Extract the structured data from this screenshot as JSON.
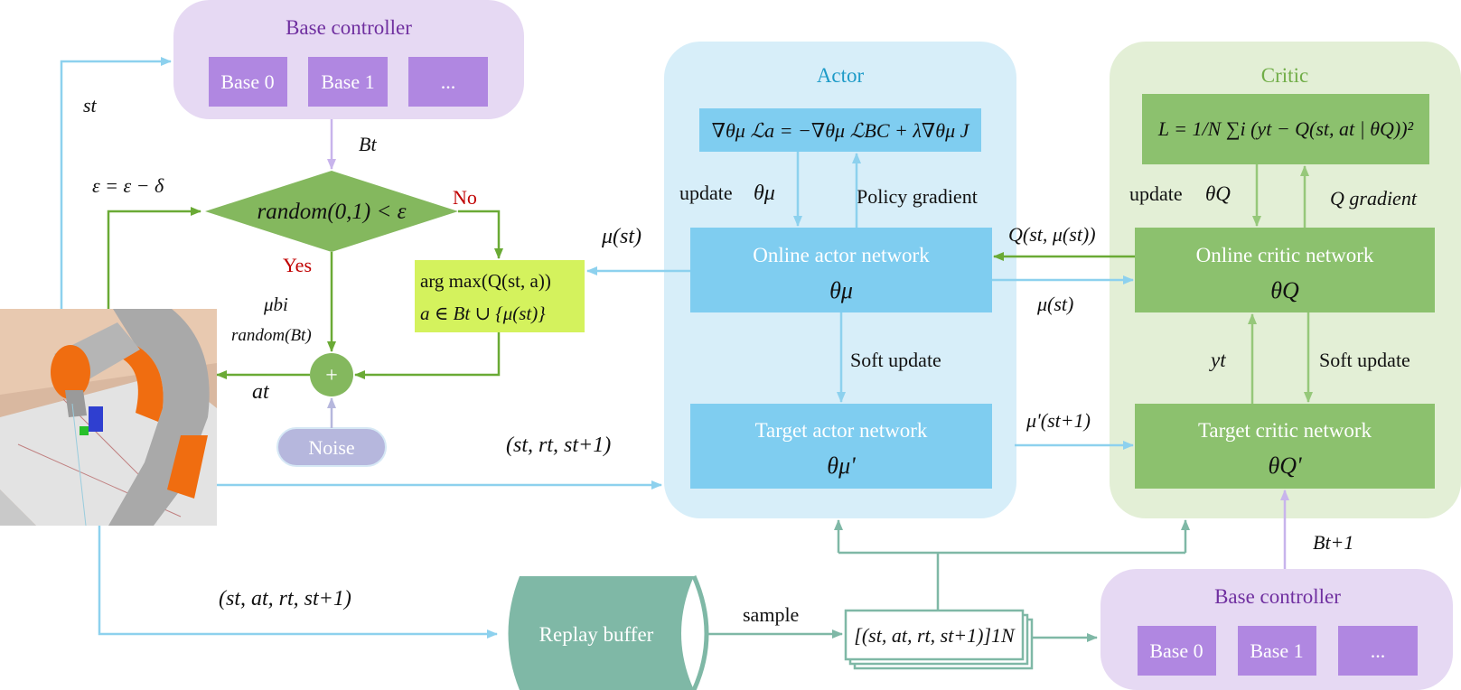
{
  "colors": {
    "purple_panel": "#e6d9f3",
    "purple_box": "#b087e1",
    "purple_text": "#7030a0",
    "actor_panel": "#d7eef9",
    "actor_box": "#7fcdf0",
    "actor_title": "#1e9bc8",
    "critic_panel": "#e3efd6",
    "critic_box": "#8cc16e",
    "critic_title": "#70ad47",
    "green": "#6aaa35",
    "diamond": "#84b85e",
    "lime": "#d4f25d",
    "teal": "#7fb8a6",
    "blue_arrow": "#8dd1ee",
    "lavender": "#b6b7dd",
    "red_text": "#c00000"
  },
  "icons": {
    "robot_scene": "robot-arm-scene-icon"
  },
  "base_top": {
    "title": "Base controller",
    "items": [
      "Base 0",
      "Base 1",
      "..."
    ]
  },
  "base_bottom": {
    "title": "Base controller",
    "items": [
      "Base 0",
      "Base 1",
      "..."
    ]
  },
  "actor": {
    "title": "Actor",
    "loss": "∇θμ ℒa = −∇θμ ℒBC + λ∇θμ J",
    "online": {
      "label": "Online actor network",
      "param": "θμ"
    },
    "target": {
      "label": "Target actor network",
      "param": "θμ'"
    },
    "update": "update",
    "update_param": "θμ",
    "policy_gradient": "Policy gradient",
    "soft_update": "Soft update"
  },
  "critic": {
    "title": "Critic",
    "loss": "L = 1/N ∑i (yt − Q(st, at | θQ))²",
    "online": {
      "label": "Online critic network",
      "param": "θQ"
    },
    "target": {
      "label": "Target critic network",
      "param": "θQ'"
    },
    "update": "update",
    "update_param": "θQ",
    "gradient": "Q  gradient",
    "soft_update": "Soft update",
    "yt": "yt"
  },
  "decision": {
    "condition": "random(0,1) < ε",
    "no": "No",
    "yes": "Yes",
    "epsilon_update": "ε = ε − δ",
    "argmax": "arg max(Q(st, a))",
    "argmax_set": "a ∈ Bt ∪ {μ(st)}",
    "mu_b": "μbi",
    "random_b": "random(Bt)",
    "plus": "+",
    "noise": "Noise",
    "at": "at"
  },
  "labels": {
    "st": "st",
    "Bt": "Bt",
    "mu_st_left": "μ(st)",
    "q_st_mu": "Q(st, μ(st))",
    "mu_st_right": "μ(st)",
    "mu_prime": "μ'(st+1)",
    "transition": "(st, rt, st+1)",
    "transition_full": "(st, at, rt, st+1)",
    "replay": "Replay buffer",
    "sample": "sample",
    "batch": "[(st, at, rt, st+1)]1N",
    "Bt1": "Bt+1"
  }
}
